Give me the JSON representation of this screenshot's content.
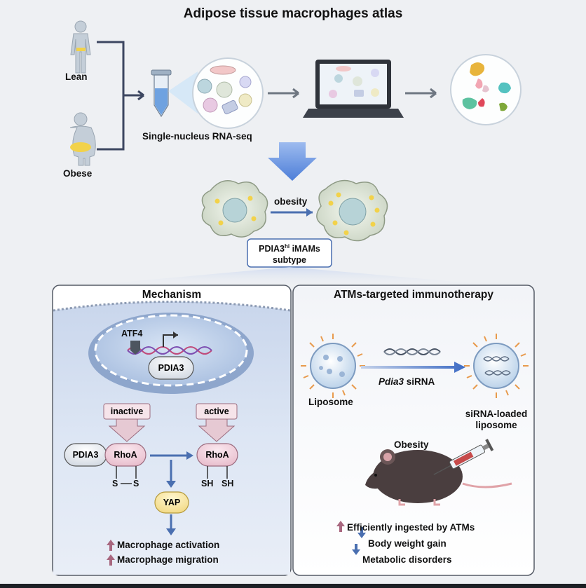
{
  "title": "Adipose tissue macrophages atlas",
  "groups": {
    "lean": "Lean",
    "obese": "Obese"
  },
  "method": "Single-nucleus RNA-seq",
  "transition": "obesity",
  "subtype": {
    "line1_main": "PDIA3",
    "line1_sup": "hi",
    "line1_rest": " iMAMs",
    "line2": "subtype"
  },
  "mechanism": {
    "title": "Mechanism",
    "atf4": "ATF4",
    "pdia3": "PDIA3",
    "inactive": "inactive",
    "active": "active",
    "pdia3_left": "PDIA3",
    "rhoa_left": "RhoA",
    "rhoa_right": "RhoA",
    "s_left": "S",
    "s_right": "S",
    "sh_left": "SH",
    "sh_right": "SH",
    "yap": "YAP",
    "outcome1": "Macrophage activation",
    "outcome2": "Macrophage migration"
  },
  "therapy": {
    "title": "ATMs-targeted immunotherapy",
    "liposome": "Liposome",
    "sirna_gene": "Pdia3",
    "sirna_rest": " siRNA",
    "loaded_line1": "siRNA-loaded",
    "loaded_line2": "liposome",
    "obesity": "Obesity",
    "effect1": "Efficiently ingested by ATMs",
    "effect2": "Body weight gain",
    "effect3": "Metabolic disorders"
  },
  "colors": {
    "up_arrow": "#a8677f",
    "down_arrow": "#4a6fb0",
    "connector": "#3c4660",
    "big_arrow": "#5b86d6",
    "panel_border": "#555b66"
  }
}
